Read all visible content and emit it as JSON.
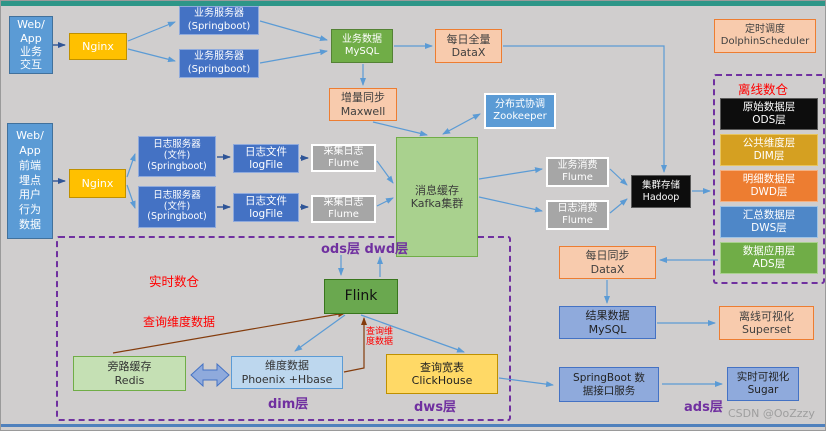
{
  "diagram": {
    "watermark": "CSDN @OoZzzy",
    "palette": {
      "background": "#d0cece",
      "top_bar": "#2e9688",
      "bottom_bar": "#4f81bd",
      "arrow_light_blue": "#5b9bd5",
      "arrow_dark_blue": "#2f5597",
      "arrow_brown": "#843c0c",
      "dashed_border_purple": "#7030a0",
      "red_label": "#ff0000"
    },
    "section_labels": {
      "offline": "离线数仓",
      "realtime": "实时数仓"
    },
    "layer_labels": {
      "ods_dwd": "ods层 dwd层",
      "dim": "dim层",
      "dws": "dws层",
      "ads": "ads层"
    },
    "annotations": {
      "query_dim": "查询维度数据",
      "query_dim_small": [
        "查询维",
        "度数据"
      ]
    },
    "nodes": {
      "webapp_business": {
        "lines": [
          "Web/",
          "App",
          "业务",
          "交互"
        ]
      },
      "nginx1": {
        "lines": [
          "Nginx"
        ]
      },
      "springboot1": {
        "lines": [
          "业务服务器",
          "(Springboot)"
        ]
      },
      "springboot2": {
        "lines": [
          "业务服务器",
          "(Springboot)"
        ]
      },
      "mysql_business": {
        "lines": [
          "业务数据",
          "MySQL"
        ]
      },
      "datax_full": {
        "lines": [
          "每日全量",
          "DataX"
        ]
      },
      "maxwell": {
        "lines": [
          "增量同步",
          "Maxwell"
        ]
      },
      "zookeeper": {
        "lines": [
          "分布式协调",
          "Zookeeper"
        ]
      },
      "dolphin": {
        "lines": [
          "定时调度",
          "DolphinScheduler"
        ]
      },
      "webapp_user": {
        "lines": [
          "Web/",
          "App",
          "前端",
          "埋点",
          "用户",
          "行为",
          "数据"
        ]
      },
      "nginx2": {
        "lines": [
          "Nginx"
        ]
      },
      "log_server1": {
        "lines": [
          "日志服务器",
          "(文件)",
          "(Springboot)"
        ]
      },
      "log_server2": {
        "lines": [
          "日志服务器",
          "(文件)",
          "(Springboot)"
        ]
      },
      "logfile1": {
        "lines": [
          "日志文件",
          "logFile"
        ]
      },
      "logfile2": {
        "lines": [
          "日志文件",
          "logFile"
        ]
      },
      "flume_collect1": {
        "lines": [
          "采集日志",
          "Flume"
        ]
      },
      "flume_collect2": {
        "lines": [
          "采集日志",
          "Flume"
        ]
      },
      "kafka": {
        "lines": [
          "消息缓存",
          "Kafka集群"
        ]
      },
      "flume_business": {
        "lines": [
          "业务消费",
          "Flume"
        ]
      },
      "flume_log": {
        "lines": [
          "日志消费",
          "Flume"
        ]
      },
      "hadoop": {
        "lines": [
          "集群存储",
          "Hadoop"
        ]
      },
      "ods": {
        "lines": [
          "原始数据层",
          "ODS层"
        ]
      },
      "dim": {
        "lines": [
          "公共维度层",
          "DIM层"
        ]
      },
      "dwd": {
        "lines": [
          "明细数据层",
          "DWD层"
        ]
      },
      "dws": {
        "lines": [
          "汇总数据层",
          "DWS层"
        ]
      },
      "ads": {
        "lines": [
          "数据应用层",
          "ADS层"
        ]
      },
      "datax_sync": {
        "lines": [
          "每日同步",
          "DataX"
        ]
      },
      "mysql_result": {
        "lines": [
          "结果数据",
          "MySQL"
        ]
      },
      "superset": {
        "lines": [
          "离线可视化",
          "Superset"
        ]
      },
      "springboot_api": {
        "lines": [
          "SpringBoot 数",
          "据接口服务"
        ]
      },
      "sugar": {
        "lines": [
          "实时可视化",
          "Sugar"
        ]
      },
      "flink": {
        "lines": [
          "Flink"
        ]
      },
      "redis": {
        "lines": [
          "旁路缓存",
          "Redis"
        ]
      },
      "phoenix": {
        "lines": [
          "维度数据",
          "Phoenix +Hbase"
        ]
      },
      "clickhouse": {
        "lines": [
          "查询宽表",
          "ClickHouse"
        ]
      }
    }
  }
}
